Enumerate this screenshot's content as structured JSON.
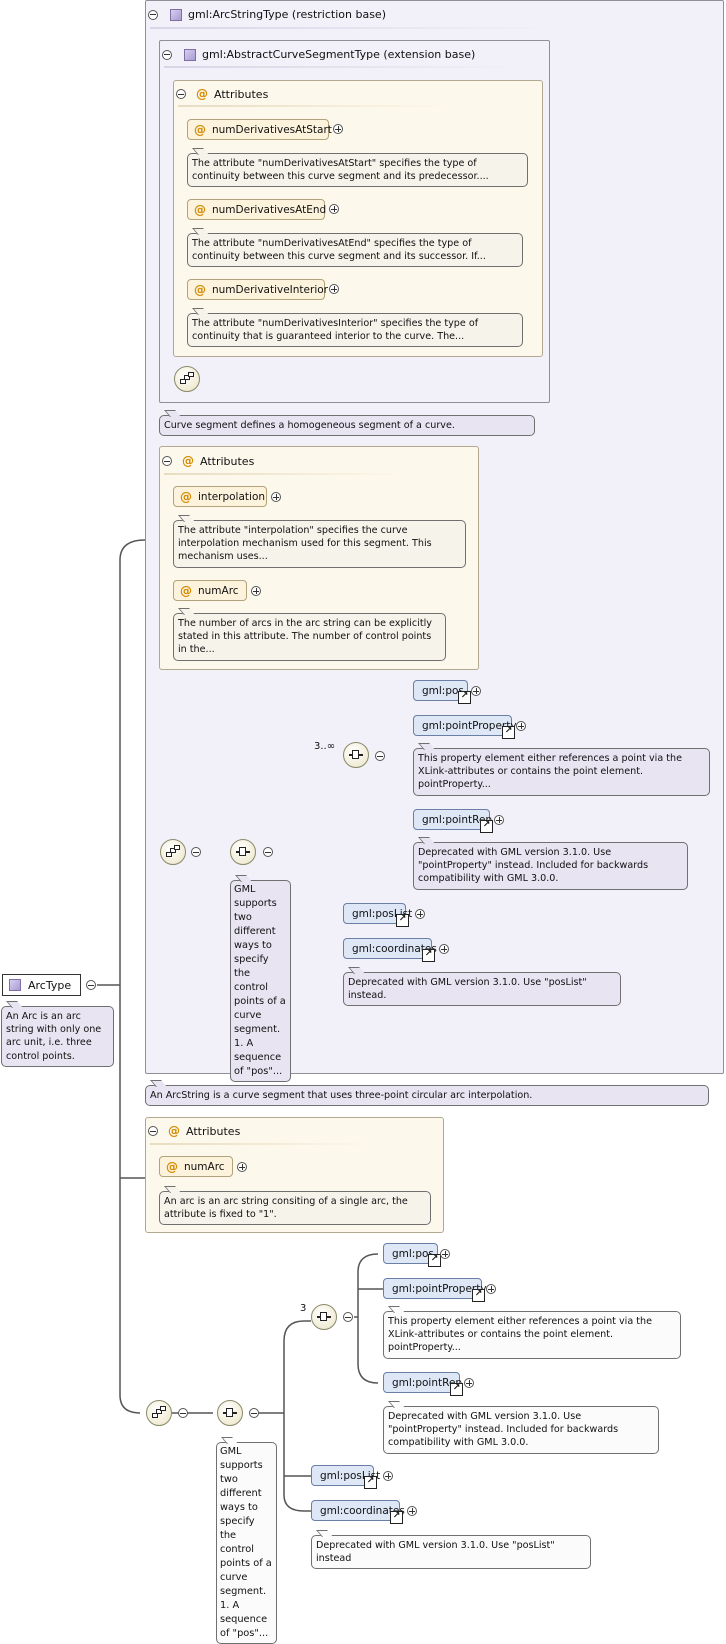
{
  "root": {
    "label": "ArcType",
    "note": "An Arc is an arc string with only one arc unit, i.e. three control points."
  },
  "restriction": {
    "title": "gml:ArcStringType (restriction base)",
    "note": "An ArcString is a curve segment that uses three-point circular arc interpolation."
  },
  "extension": {
    "title": "gml:AbstractCurveSegmentType (extension base)",
    "note": "Curve segment defines a homogeneous segment of a curve.",
    "attributes_label": "Attributes",
    "attributes": [
      {
        "name": "numDerivativesAtStart",
        "note": "The attribute \"numDerivativesAtStart\" specifies the type of continuity between this curve segment and its predecessor...."
      },
      {
        "name": "numDerivativesAtEnd",
        "note": "The attribute \"numDerivativesAtEnd\" specifies the type of continuity between this curve segment and its successor. If..."
      },
      {
        "name": "numDerivativeInterior",
        "note": "The attribute \"numDerivativesInterior\" specifies the type of continuity that is guaranteed interior to the curve. The..."
      }
    ]
  },
  "arcstring_attributes": {
    "label": "Attributes",
    "items": [
      {
        "name": "interpolation",
        "note": "The attribute \"interpolation\" specifies the curve interpolation mechanism used for this segment. This mechanism uses..."
      },
      {
        "name": "numArc",
        "note": "The number of arcs in the arc string can be explicitly stated in this attribute. The number of control points in the..."
      }
    ]
  },
  "arcstring_choice": {
    "note": "GML supports two different ways to specify the control points of a curve segment. 1. A sequence of \"pos\"...",
    "cardinality": "3..∞",
    "elements": {
      "pos": "gml:pos",
      "pointProperty": "gml:pointProperty",
      "pointProperty_note": "This property element either references a point via the XLink-attributes or contains the point element. pointProperty...",
      "pointRep": "gml:pointRep",
      "pointRep_note": "Deprecated with GML version 3.1.0. Use \"pointProperty\" instead. Included for backwards compatibility with GML 3.0.0.",
      "posList": "gml:posList",
      "coordinates": "gml:coordinates",
      "coordinates_note": "Deprecated with GML version 3.1.0. Use \"posList\" instead."
    }
  },
  "arc_attributes": {
    "label": "Attributes",
    "items": [
      {
        "name": "numArc",
        "note": "An arc is an arc string consiting of a single arc, the attribute is fixed to \"1\"."
      }
    ]
  },
  "arc_choice": {
    "note": "GML supports two different ways to specify the control points of a curve segment. 1. A sequence of \"pos\"...",
    "cardinality": "3",
    "elements": {
      "pos": "gml:pos",
      "pointProperty": "gml:pointProperty",
      "pointProperty_note": "This property element either references a point via the XLink-attributes or contains the point element. pointProperty...",
      "pointRep": "gml:pointRep",
      "pointRep_note": "Deprecated with GML version 3.1.0. Use \"pointProperty\" instead. Included for backwards compatibility with GML 3.0.0.",
      "posList": "gml:posList",
      "coordinates": "gml:coordinates",
      "coordinates_note": "Deprecated with GML version 3.1.0. Use \"posList\" instead"
    }
  }
}
